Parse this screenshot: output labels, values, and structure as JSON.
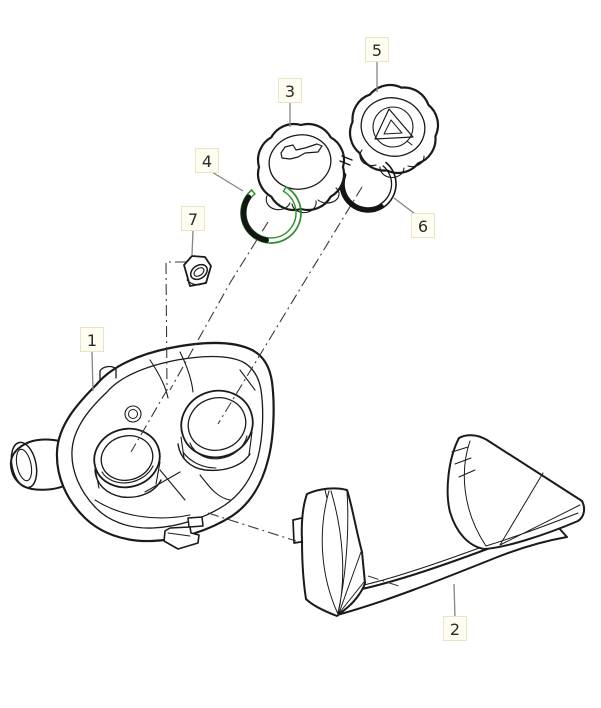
{
  "diagram": {
    "type": "exploded-parts-view",
    "background_color": "#ffffff",
    "line_color": "#1a1a1a",
    "leader_line_color": "#858585",
    "centerline_color": "#3a3a3a",
    "callout_box_color": "#fffdf0",
    "callout_border_color": "#e8e4c6",
    "callout_text_color": "#2a2a2a",
    "seal_ring_4_color": "#2e8b2e",
    "seal_ring_6_color": "#141414",
    "callouts": [
      {
        "number": "1",
        "part": "filler-housing"
      },
      {
        "number": "2",
        "part": "cover-shield"
      },
      {
        "number": "3",
        "part": "filler-cap-oil"
      },
      {
        "number": "4",
        "part": "seal-ring-green"
      },
      {
        "number": "5",
        "part": "filler-cap-coolant"
      },
      {
        "number": "6",
        "part": "seal-ring-black"
      },
      {
        "number": "7",
        "part": "hex-nut"
      }
    ]
  }
}
